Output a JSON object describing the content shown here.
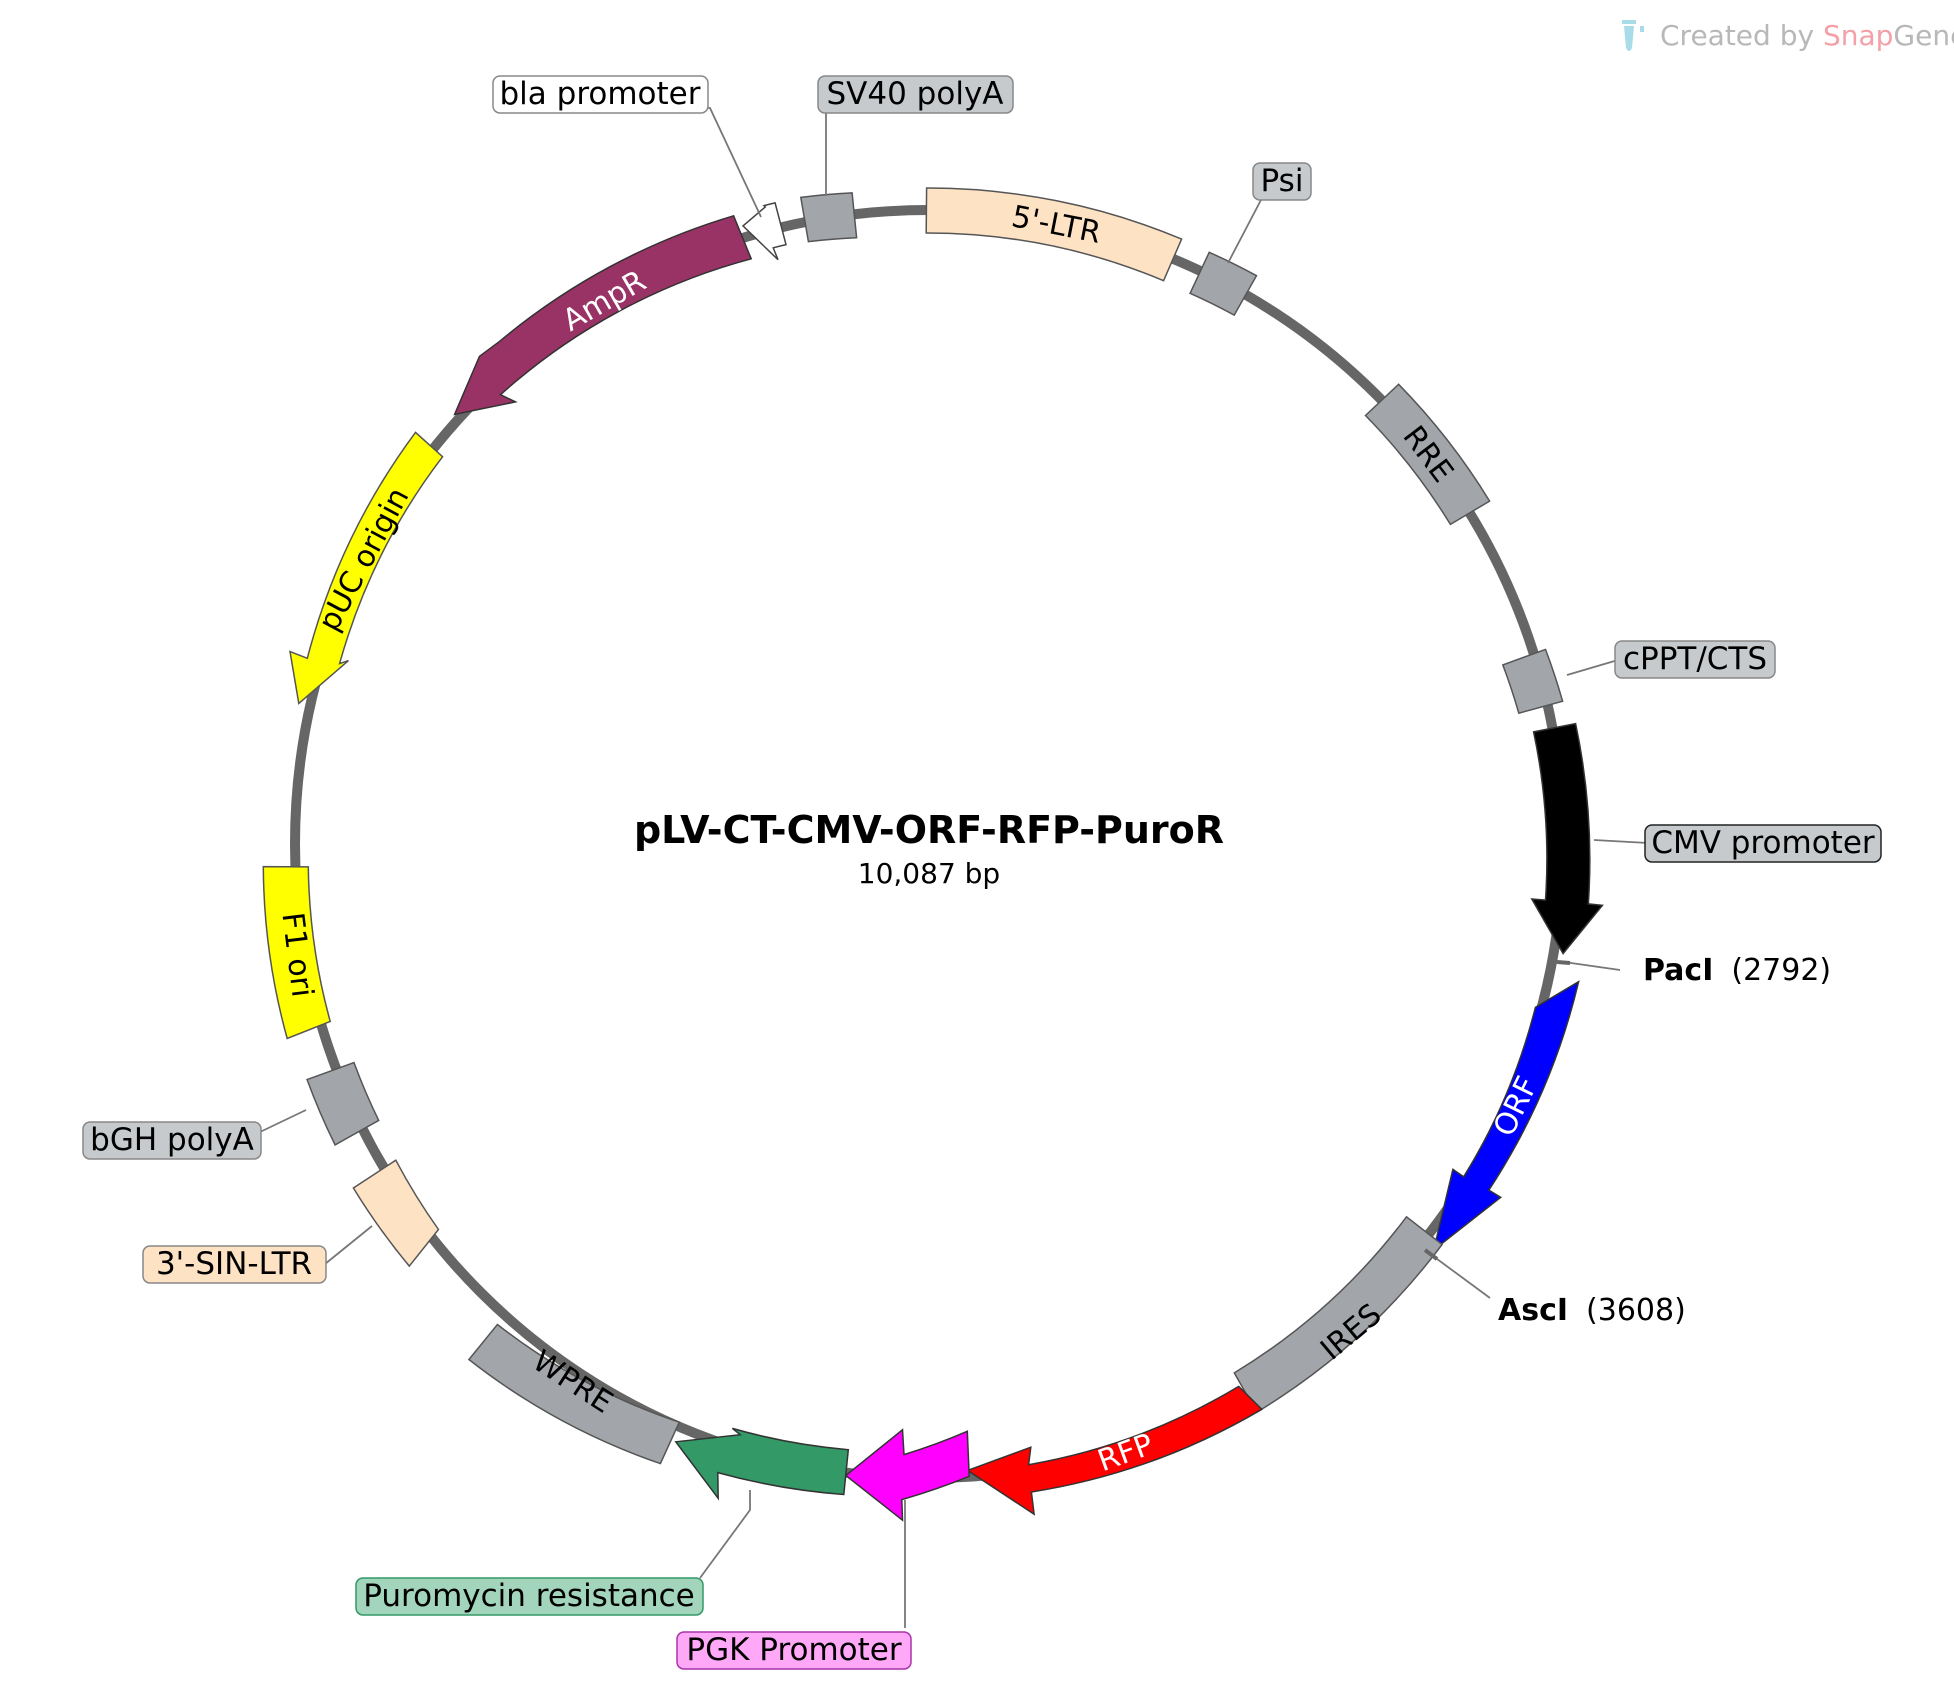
{
  "watermark": {
    "prefix": "Created by ",
    "brand_a": "Snap",
    "brand_b": "Gene",
    "colors": {
      "prefix": "#b8b8b8",
      "brand_a": "#f3a0a8",
      "brand_b": "#b8b8b8",
      "icon": "#a8dce8"
    }
  },
  "plasmid": {
    "name": "pLV-CT-CMV-ORF-RFP-PuroR",
    "length_label": "10,087 bp",
    "backbone_color": "#666666"
  },
  "features": [
    {
      "id": "ltr5",
      "label": "5'-LTR",
      "shape": "box",
      "fill": "#fde2c4",
      "text_color": "#000000",
      "inside": true
    },
    {
      "id": "psi",
      "label": "Psi",
      "shape": "box",
      "fill": "#a2a6ab",
      "callout_fill": "#c7cacd",
      "inside": false
    },
    {
      "id": "rre",
      "label": "RRE",
      "shape": "box",
      "fill": "#a2a6ab",
      "text_color": "#000000",
      "inside": true
    },
    {
      "id": "cppt",
      "label": "cPPT/CTS",
      "shape": "box",
      "fill": "#a2a6ab",
      "callout_fill": "#c7cacd",
      "inside": false
    },
    {
      "id": "cmv",
      "label": "CMV promoter",
      "shape": "arrow",
      "fill": "#000000",
      "callout_fill": "#c7cacd",
      "inside": false
    },
    {
      "id": "orf",
      "label": "ORF",
      "shape": "arrow",
      "fill": "#0000ff",
      "text_color": "#ffffff",
      "inside": true
    },
    {
      "id": "ires",
      "label": "IRES",
      "shape": "box",
      "fill": "#a2a6ab",
      "text_color": "#000000",
      "inside": true
    },
    {
      "id": "rfp",
      "label": "RFP",
      "shape": "arrow",
      "fill": "#ff0000",
      "text_color": "#ffffff",
      "inside": true
    },
    {
      "id": "pgk",
      "label": "PGK Promoter",
      "shape": "arrow",
      "fill": "#ff00ff",
      "callout_fill": "#ffa8f8",
      "inside": false
    },
    {
      "id": "puro",
      "label": "Puromycin resistance",
      "shape": "arrow",
      "fill": "#339966",
      "callout_fill": "#a3d4bc",
      "inside": false
    },
    {
      "id": "wpre",
      "label": "WPRE",
      "shape": "box",
      "fill": "#a2a6ab",
      "text_color": "#000000",
      "inside": true
    },
    {
      "id": "ltr3",
      "label": "3'-SIN-LTR",
      "shape": "box",
      "fill": "#fde2c4",
      "callout_fill": "#fde2c4",
      "inside": false
    },
    {
      "id": "bgh",
      "label": "bGH polyA",
      "shape": "box",
      "fill": "#a2a6ab",
      "callout_fill": "#c7cacd",
      "inside": false
    },
    {
      "id": "f1",
      "label": "F1 ori",
      "shape": "box",
      "fill": "#ffff00",
      "text_color": "#000000",
      "inside": true
    },
    {
      "id": "puc",
      "label": "pUC origin",
      "shape": "arrow",
      "fill": "#ffff00",
      "text_color": "#000000",
      "inside": true
    },
    {
      "id": "ampr",
      "label": "AmpR",
      "shape": "arrow",
      "fill": "#993366",
      "text_color": "#ffffff",
      "inside": true
    },
    {
      "id": "bla",
      "label": "bla promoter",
      "shape": "arrow",
      "fill": "#ffffff",
      "callout_fill": "#ffffff",
      "inside": false
    },
    {
      "id": "sv40",
      "label": "SV40 polyA",
      "shape": "box",
      "fill": "#a2a6ab",
      "callout_fill": "#c7cacd",
      "inside": false
    }
  ],
  "sites": [
    {
      "id": "paci",
      "name": "PacI",
      "position": "(2792)"
    },
    {
      "id": "asci",
      "name": "AscI",
      "position": "(3608)"
    }
  ]
}
